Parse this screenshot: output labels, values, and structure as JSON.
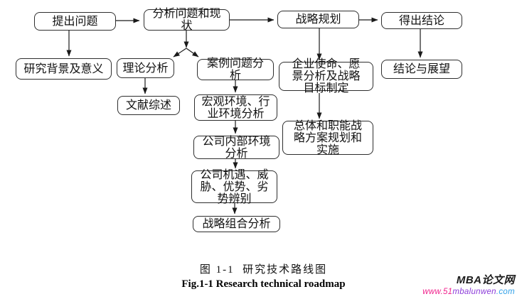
{
  "figure": {
    "nodes": {
      "raise_problem": "提出问题",
      "analyze_problem": "分析问题和现\n状",
      "strategic_planning": "战略规划",
      "draw_conclusion": "得出结论",
      "research_background": "研究背景及意义",
      "theoretical_analysis": "理论分析",
      "case_problem_analysis": "案例问题分\n析",
      "mission_vision_goal": "企业使命、愿\n景分析及战略\n目标制定",
      "conclusion_outlook": "结论与展望",
      "literature_review": "文献综述",
      "macro_industry_env_analysis": "宏观环境、行\n业环境分析",
      "overall_functional_strategy": "总体和职能战\n略方案规划和\n实施",
      "internal_env_analysis": "公司内部环境\n分析",
      "swot_identification": "公司机遇、威\n胁、优势、劣\n势辨别",
      "strategy_portfolio_analysis": "战略组合分析"
    },
    "caption_zh": "图 1-1  研究技术路线图",
    "caption_en": "Fig.1-1 Research technical roadmap"
  },
  "watermark": {
    "site_name": "MBA论文网",
    "url_segments": [
      {
        "text": "www.51",
        "color": "#f0218c"
      },
      {
        "text": "mbalunwen",
        "color": "#8b3bd9"
      },
      {
        "text": ".com",
        "color": "#2fa0e8"
      }
    ]
  },
  "colors": {
    "node_border": "#2e2e2e",
    "arrow": "#1a1a1a",
    "background": "#ffffff"
  }
}
